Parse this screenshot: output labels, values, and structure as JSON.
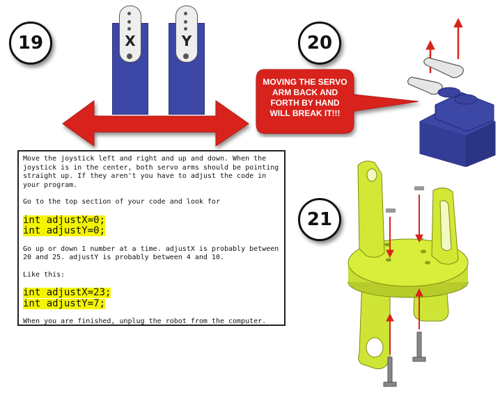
{
  "steps": {
    "step19": "19",
    "step20": "20",
    "step21": "21"
  },
  "servo_labels": {
    "x": "X",
    "y": "Y"
  },
  "warning": {
    "text": "MOVING THE SERVO ARM BACK AND FORTH BY HAND WILL BREAK IT!!!"
  },
  "instructions": {
    "para1": "Move the joystick left and right and up and down. When the joystick is in the center, both servo arms should be pointing straight up. If they aren't you have to adjust the code in your program.",
    "para2": "Go to the top section of your code and look for",
    "code1_line1": "int adjustX=0;",
    "code1_line2": "int adjustY=0;",
    "para3": "Go up or down 1 number at a time. adjustX is probably between 20 and 25. adjustY is probably between 4 and 10.",
    "para4": "Like this:",
    "code2_line1": "int adjustX=23;",
    "code2_line2": "int adjustY=7;",
    "para5": "When you are finished, unplug the robot from the computer."
  },
  "colors": {
    "servo_blue": "#3d47a6",
    "arrow_red": "#d8231b",
    "part_yellow": "#d9ee3a",
    "code_highlight": "#f4f400"
  }
}
